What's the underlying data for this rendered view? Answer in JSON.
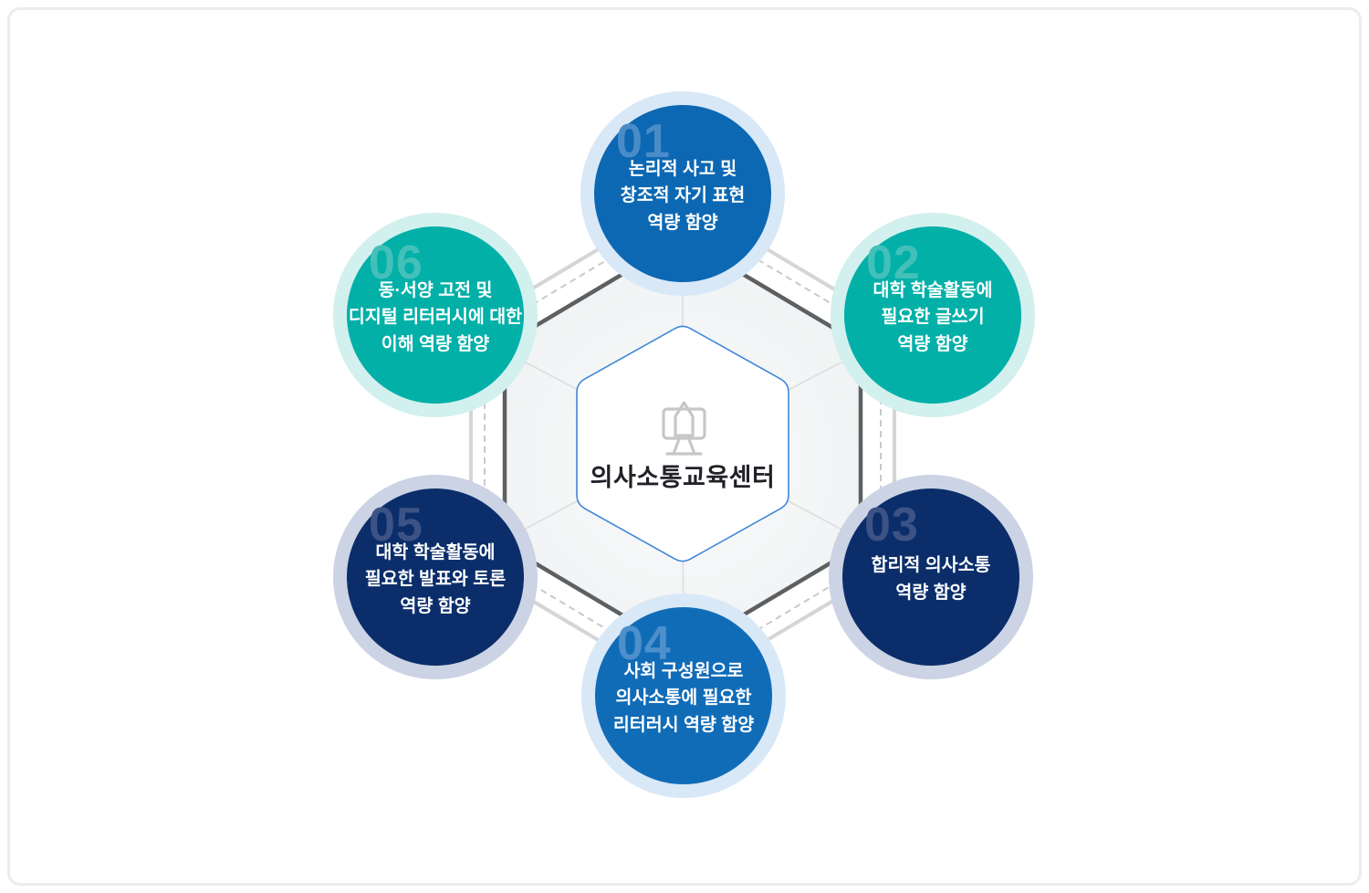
{
  "panel": {
    "background": "#ffffff",
    "border_color": "#ececec"
  },
  "center": {
    "title": "의사소통교육센터",
    "title_color": "#202227",
    "hexagon_fill": "#ffffff",
    "hexagon_border_color": "#3f86d8",
    "icon": "monitor-pencil-icon",
    "icon_color": "#c5c7c9"
  },
  "items": [
    {
      "number": "01",
      "label": "논리적 사고 및\n창조적 자기 표현\n역량 함양",
      "position": "top",
      "color": "#0d68b3",
      "halo_color": "#d9e8f7",
      "number_color": "#4a8cc7"
    },
    {
      "number": "02",
      "label": "대학 학술활동에\n필요한 글쓰기\n역량 함양",
      "position": "top-right",
      "color": "#02b0a8",
      "halo_color": "#d2f0ee",
      "number_color": "#43c0b9"
    },
    {
      "number": "03",
      "label": "합리적 의사소통\n역량 함양",
      "position": "bottom-right",
      "color": "#0b2e6b",
      "halo_color": "#cbd3e4",
      "number_color": "#3d5385"
    },
    {
      "number": "04",
      "label": "사회 구성원으로\n의사소통에 필요한\n리터러시 역량 함양",
      "position": "bottom",
      "color": "#116cb8",
      "halo_color": "#d9e8f7",
      "number_color": "#4e90cb"
    },
    {
      "number": "05",
      "label": "대학 학술활동에\n필요한 발표와 토론\n역량 함양",
      "position": "bottom-left",
      "color": "#0b2e6b",
      "halo_color": "#cbd3e4",
      "number_color": "#3d5385"
    },
    {
      "number": "06",
      "label": "동·서양 고전 및\n디지털 리터러시에 대한\n이해 역량 함양",
      "position": "top-left",
      "color": "#02b0a8",
      "halo_color": "#d2f0ee",
      "number_color": "#43c0b9"
    }
  ],
  "lines": {
    "dark": "#5d5f61",
    "dashed": "#c8c9cb",
    "light": "#d4d5d7",
    "spoke": "#e0e1e3",
    "fill_inner": "#fafbfb",
    "fill_outer": "#eceef0"
  }
}
